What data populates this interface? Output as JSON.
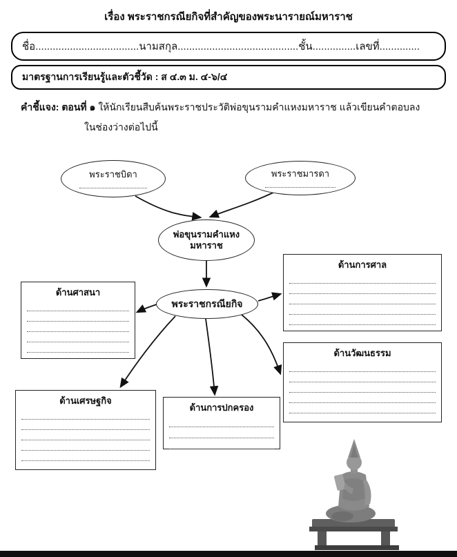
{
  "page": {
    "title": "เรื่อง พระราชกรณียกิจที่สำคัญของพระนารายณ์มหาราช",
    "name_line": "ชื่อ....................................นามสกุล..........................................ชั้น...............เลขที่..............",
    "standards": "มาตรฐานการเรียนรู้และตัวชี้วัด  :  ส ๔.๓ ม. ๔-๖/๔",
    "instructions_label": "คำชี้แจง: ตอนที่ ๑",
    "instructions_line1": "ให้นักเรียนสืบค้นพระราชประวัติพ่อขุนรามคำแหงมหาราช แล้วเขียนคำตอบลง",
    "instructions_line2": "ในช่องว่างต่อไปนี้"
  },
  "diagram": {
    "father": {
      "label": "พระราชบิดา"
    },
    "mother": {
      "label": "พระราชมารดา"
    },
    "center": {
      "label_line1": "พ่อขุนรามคำแหง",
      "label_line2": "มหาราช"
    },
    "royal_duties": {
      "label": "พระราชกรณียกิจ"
    },
    "boxes": {
      "judiciary": {
        "label": "ด้านการศาล"
      },
      "religion": {
        "label": "ด้านศาสนา"
      },
      "culture": {
        "label": "ด้านวัฒนธรรม"
      },
      "economy": {
        "label": "ด้านเศรษฐกิจ"
      },
      "governance": {
        "label": "ด้านการปกครอง"
      }
    }
  },
  "colors": {
    "ink": "#111111",
    "dotted_line": "#555555",
    "statue_gray": "#7d7d7d"
  }
}
